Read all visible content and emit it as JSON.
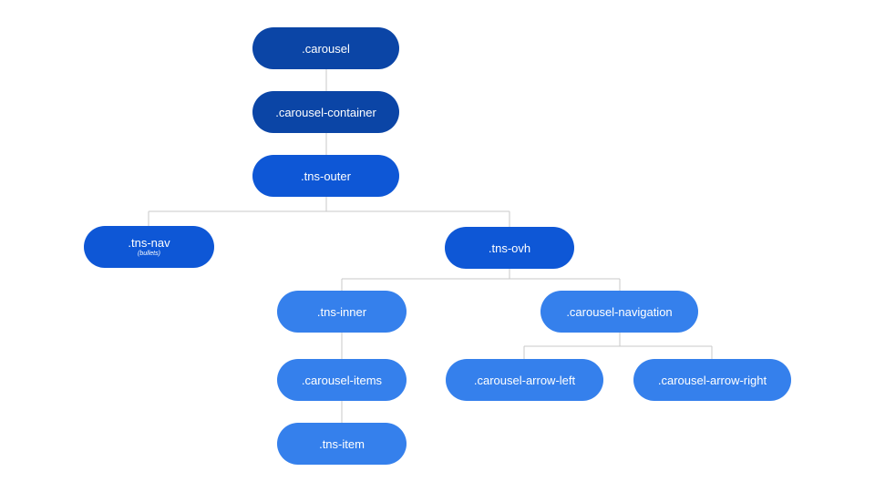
{
  "nodes": {
    "carousel": {
      "label": ".carousel"
    },
    "carousel_container": {
      "label": ".carousel-container"
    },
    "tns_outer": {
      "label": ".tns-outer"
    },
    "tns_nav": {
      "label": ".tns-nav",
      "note": "(bullets)"
    },
    "tns_ovh": {
      "label": ".tns-ovh"
    },
    "tns_inner": {
      "label": ".tns-inner"
    },
    "carousel_navigation": {
      "label": ".carousel-navigation"
    },
    "carousel_items": {
      "label": ".carousel-items"
    },
    "carousel_arrow_left": {
      "label": ".carousel-arrow-left"
    },
    "carousel_arrow_right": {
      "label": ".carousel-arrow-right"
    },
    "tns_item": {
      "label": ".tns-item"
    }
  },
  "edges": [
    [
      "carousel",
      "carousel_container"
    ],
    [
      "carousel_container",
      "tns_outer"
    ],
    [
      "tns_outer",
      "tns_nav"
    ],
    [
      "tns_outer",
      "tns_ovh"
    ],
    [
      "tns_ovh",
      "tns_inner"
    ],
    [
      "tns_ovh",
      "carousel_navigation"
    ],
    [
      "tns_inner",
      "carousel_items"
    ],
    [
      "carousel_items",
      "tns_item"
    ],
    [
      "carousel_navigation",
      "carousel_arrow_left"
    ],
    [
      "carousel_navigation",
      "carousel_arrow_right"
    ]
  ],
  "colors": {
    "level_0": "#0b45a6",
    "level_1": "#0e57d6",
    "level_2": "#3580ec",
    "connector": "#c8c8c8",
    "text": "#ffffff"
  }
}
